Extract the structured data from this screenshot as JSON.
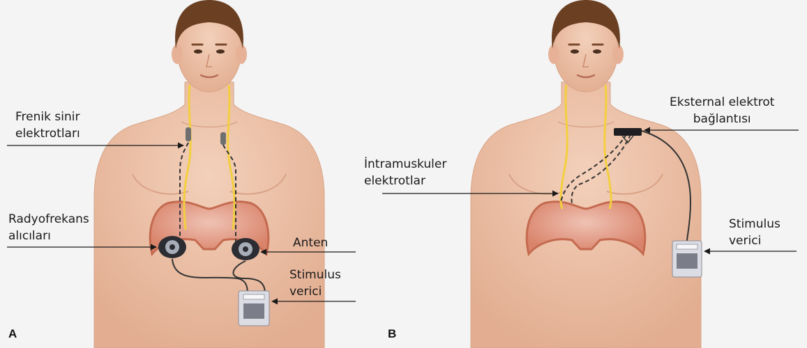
{
  "panels": {
    "a": {
      "letter": "A",
      "labels": {
        "frenik": [
          "Frenik sinir",
          "elektrotları"
        ],
        "radyo": [
          "Radyofrekans",
          "alıcıları"
        ],
        "anten": "Anten",
        "stimulus": [
          "Stimulus",
          "verici"
        ]
      }
    },
    "b": {
      "letter": "B",
      "labels": {
        "eksternal": [
          "Eksternal elektrot",
          "bağlantısı"
        ],
        "intramuskuler": [
          "İntramuskuler",
          "elektrotlar"
        ],
        "stimulus": [
          "Stimulus",
          "verici"
        ]
      }
    }
  },
  "colors": {
    "skin": "#ecc0a6",
    "skin_shadow": "#d9a386",
    "hair": "#6b3f22",
    "nerve": "#f3cf3f",
    "diaphragm": "#e29a80",
    "diaphragm_edge": "#c46a4f",
    "wire": "#333333",
    "device": "#dcdde4"
  }
}
